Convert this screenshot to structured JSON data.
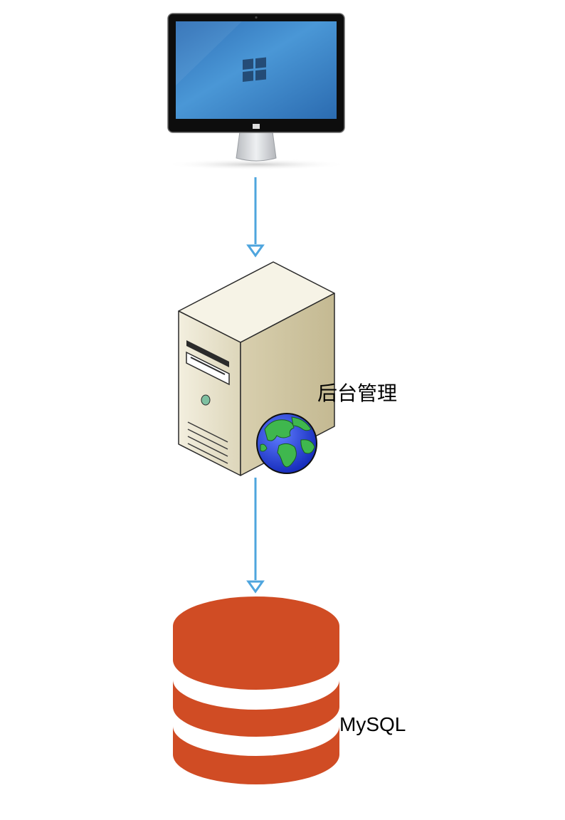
{
  "diagram": {
    "nodes": [
      {
        "id": "client",
        "icon": "monitor-windows-icon",
        "label": ""
      },
      {
        "id": "backend",
        "icon": "server-globe-icon",
        "label": "后台管理"
      },
      {
        "id": "database",
        "icon": "database-cylinder-icon",
        "label": "MySQL"
      }
    ],
    "edges": [
      {
        "from": "client",
        "to": "backend"
      },
      {
        "from": "backend",
        "to": "database"
      }
    ]
  },
  "colors": {
    "arrow": "#4ea5de",
    "database": "#d04c24",
    "monitor_screen": "#3a86c8",
    "server_body": "#e8e2cc"
  }
}
